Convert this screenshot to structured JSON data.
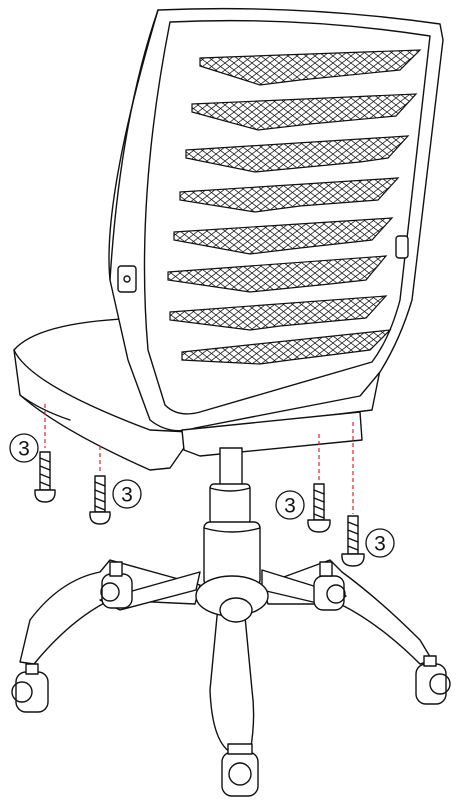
{
  "figure": {
    "callouts": [
      {
        "id": "front-left",
        "label": "3"
      },
      {
        "id": "rear-left",
        "label": "3"
      },
      {
        "id": "rear-right",
        "label": "3"
      },
      {
        "id": "front-right",
        "label": "3"
      }
    ]
  },
  "colors": {
    "line": "#111111",
    "guide": "#e0222a",
    "background": "#ffffff"
  }
}
